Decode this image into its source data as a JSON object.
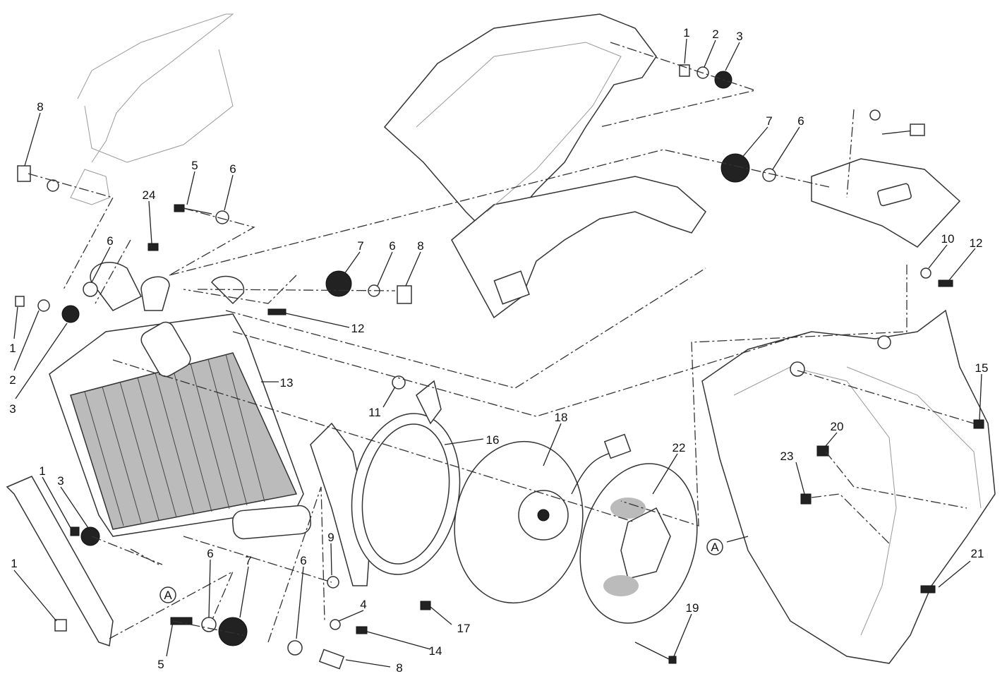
{
  "title": "Radiator / cooling fan exploded parts diagram",
  "callouts": [
    "1",
    "2",
    "3",
    "8",
    "7",
    "6",
    "5",
    "6",
    "24",
    "6",
    "7",
    "6",
    "8",
    "10",
    "12",
    "1",
    "2",
    "3",
    "12",
    "13",
    "15",
    "11",
    "16",
    "18",
    "22",
    "20",
    "23",
    "1",
    "3",
    "9",
    "4",
    "17",
    "14",
    "19",
    "21",
    "1",
    "6",
    "7",
    "6",
    "5",
    "8"
  ],
  "view_markers": [
    "A",
    "A"
  ]
}
